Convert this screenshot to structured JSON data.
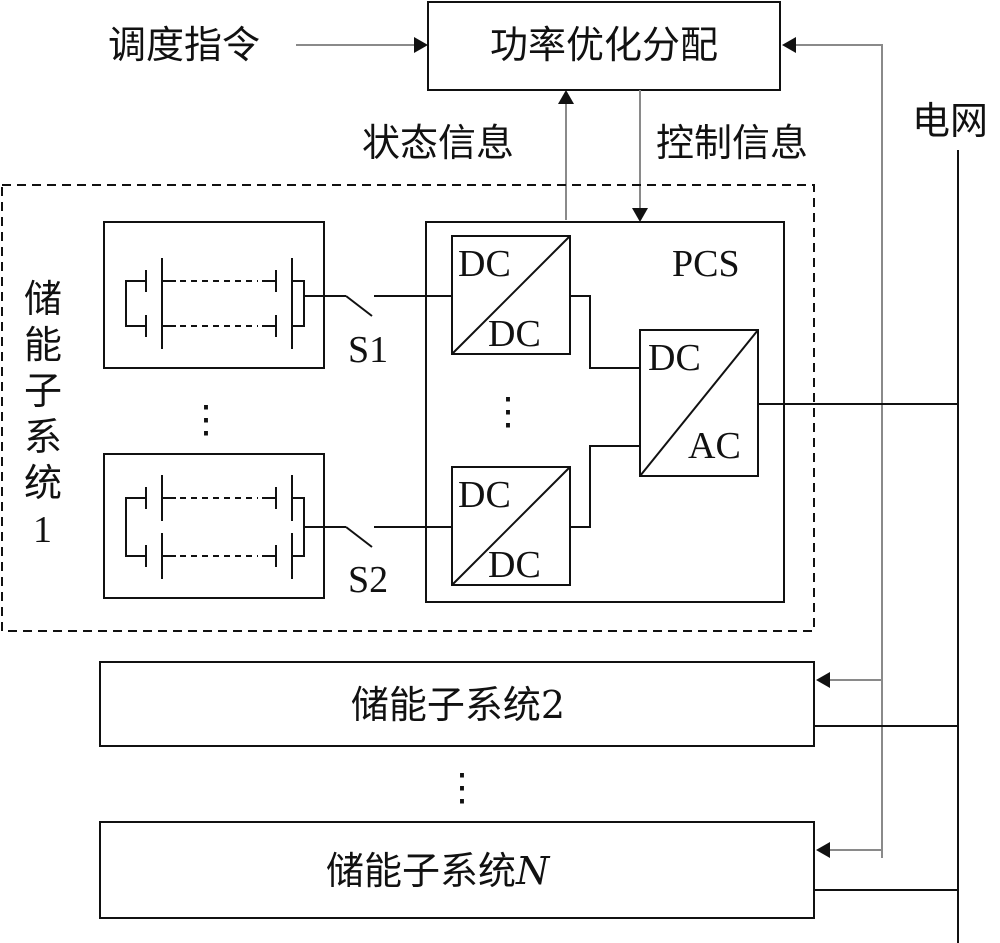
{
  "labels": {
    "dispatch": "调度指令",
    "optimizer": "功率优化分配",
    "state_info": "状态信息",
    "control_info": "控制信息",
    "grid": "电网",
    "subsystem1_vertical": [
      "储",
      "能",
      "子",
      "系",
      "统",
      "1"
    ],
    "pcs": "PCS",
    "switch1": "S1",
    "switch2": "S2",
    "dcdc_top": "DC",
    "dcdc_bottom": "DC",
    "dcac_top": "DC",
    "dcac_bottom": "AC",
    "subsystem2": "储能子系统2",
    "subsystemN_prefix": "储能子系统",
    "subsystemN_suffix": "N",
    "vertical_ellipsis": "⋮"
  },
  "colors": {
    "line": "#111111",
    "signal": "#8a8a8a",
    "background": "#ffffff"
  }
}
